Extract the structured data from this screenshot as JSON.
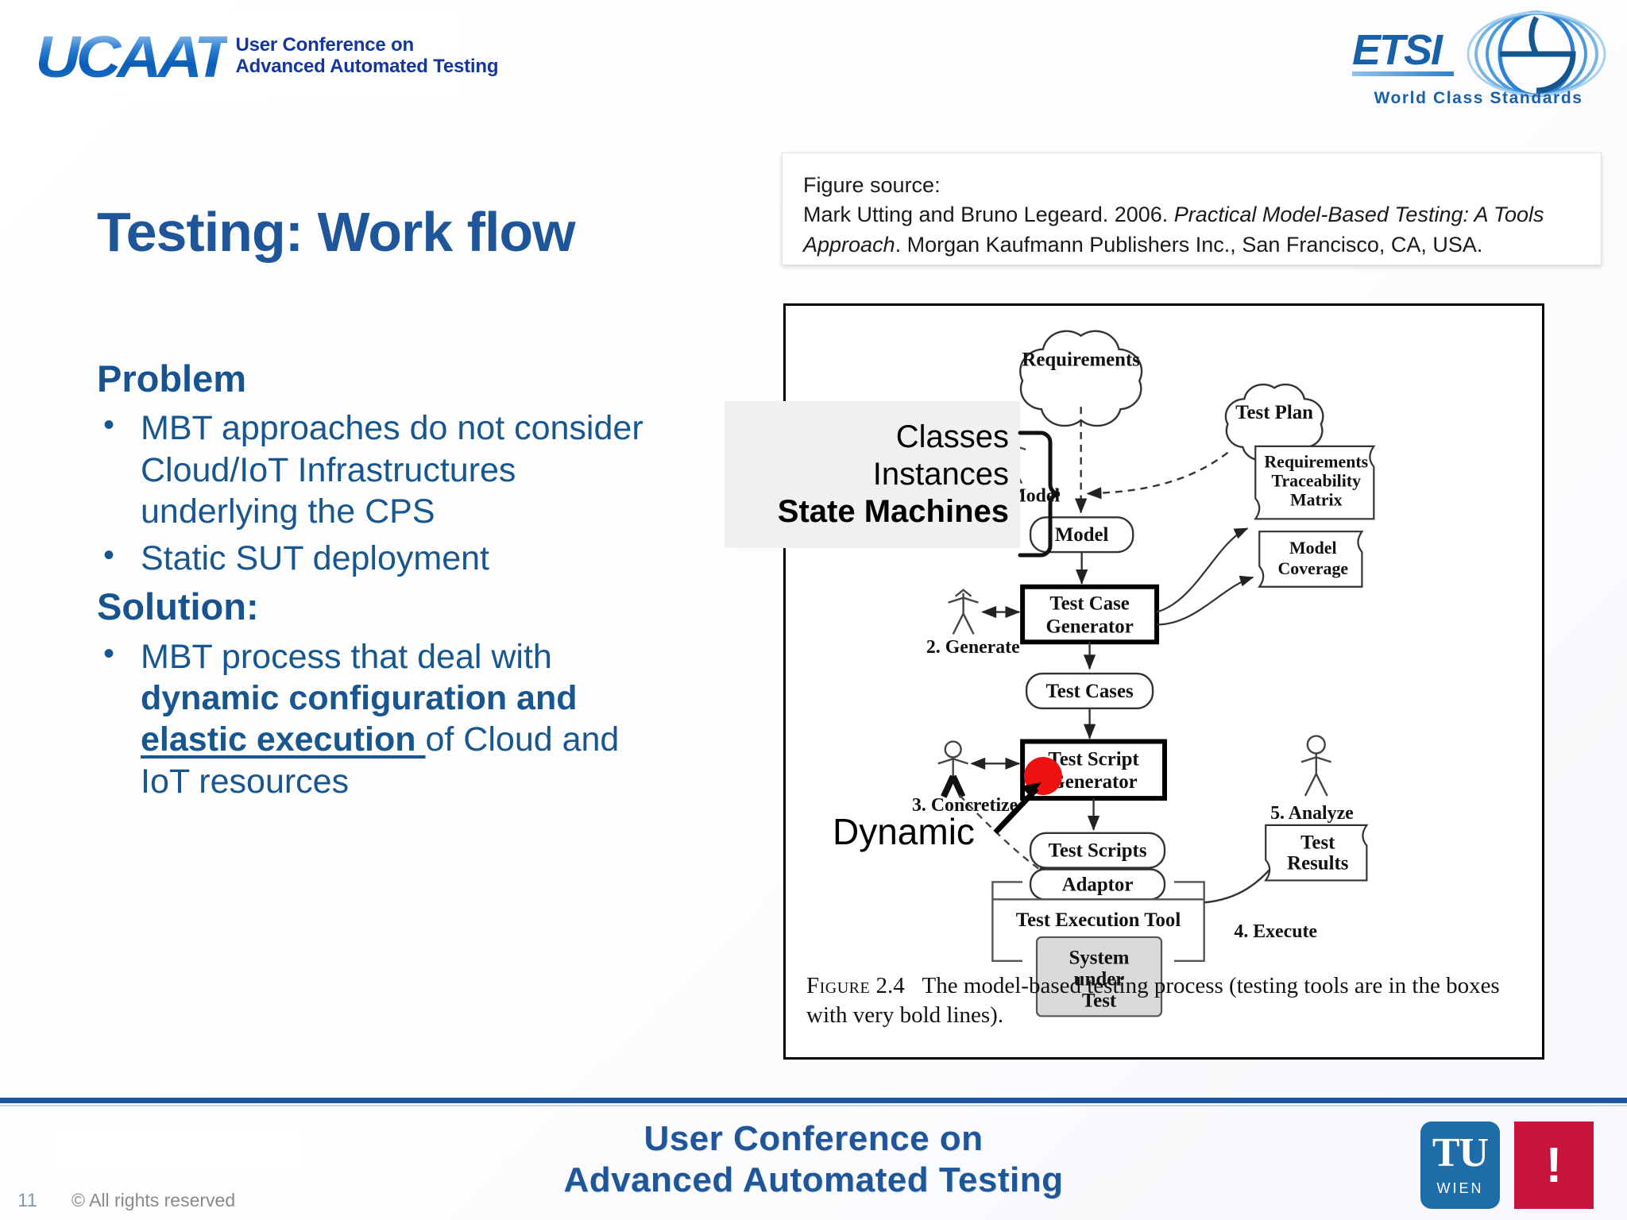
{
  "header": {
    "ucaat_wordmark": "UCAAT",
    "ucaat_line1": "User Conference on",
    "ucaat_line2": "Advanced Automated Testing",
    "etsi_wordmark": "ETSI",
    "etsi_tagline": "World Class Standards"
  },
  "slide": {
    "title": "Testing: Work flow"
  },
  "citation": {
    "label": "Figure source:",
    "line1_pre": "Mark Utting and Bruno Legeard. 2006. ",
    "line1_italic": "Practical Model-Based Testing: A Tools",
    "line2_italic": "Approach",
    "line2_post": ". Morgan Kaufmann Publishers Inc., San Francisco, CA, USA."
  },
  "content": {
    "problem_heading": "Problem",
    "problem_bullets": [
      "MBT approaches do not consider Cloud/IoT Infrastructures underlying the CPS",
      "Static  SUT deployment"
    ],
    "solution_heading": "Solution",
    "solution_colon": ":",
    "solution_bullet": {
      "part1": "MBT process that deal with ",
      "bold": "dynamic configuration and ",
      "bold_underline": "elastic execution ",
      "part2": "of Cloud and IoT resources"
    }
  },
  "figure": {
    "caption_label": "Figure",
    "caption_number": "2.4",
    "caption_text": "The model-based testing process (testing tools are in the boxes with very bold lines).",
    "nodes": {
      "requirements": "Requirements",
      "test_plan": "Test Plan",
      "step1": "1. Model",
      "model": "Model",
      "test_case_generator_l1": "Test Case",
      "test_case_generator_l2": "Generator",
      "step2": "2. Generate",
      "rtm_l1": "Requirements",
      "rtm_l2": "Traceability",
      "rtm_l3": "Matrix",
      "model_coverage_l1": "Model",
      "model_coverage_l2": "Coverage",
      "test_cases": "Test Cases",
      "test_script_generator_l1": "Test Script",
      "test_script_generator_l2": "Generator",
      "step3": "3. Concretize",
      "test_scripts": "Test Scripts",
      "adaptor": "Adaptor",
      "test_execution_tool": "Test Execution Tool",
      "sut_l1": "System",
      "sut_l2": "under",
      "sut_l3": "Test",
      "step4": "4. Execute",
      "step5": "5. Analyze",
      "test_results_l1": "Test",
      "test_results_l2": "Results"
    }
  },
  "annotations": {
    "classes": "Classes",
    "instances": "Instances",
    "state_machines": "State Machines",
    "dynamic": "Dynamic",
    "marker_color": "#ee1111"
  },
  "footer": {
    "line1": "User Conference on",
    "line2": "Advanced Automated Testing",
    "page_number": "11",
    "rights": "© All rights reserved",
    "tu_wordmark": "TU",
    "tu_city": "WIEN",
    "excl_mark": "!"
  },
  "colors": {
    "brand_blue": "#1f5699",
    "text_blue": "#17568f",
    "footer_rule": "#1f5699",
    "tu_blue": "#1e6ca8",
    "tu_red": "#c8133c"
  }
}
